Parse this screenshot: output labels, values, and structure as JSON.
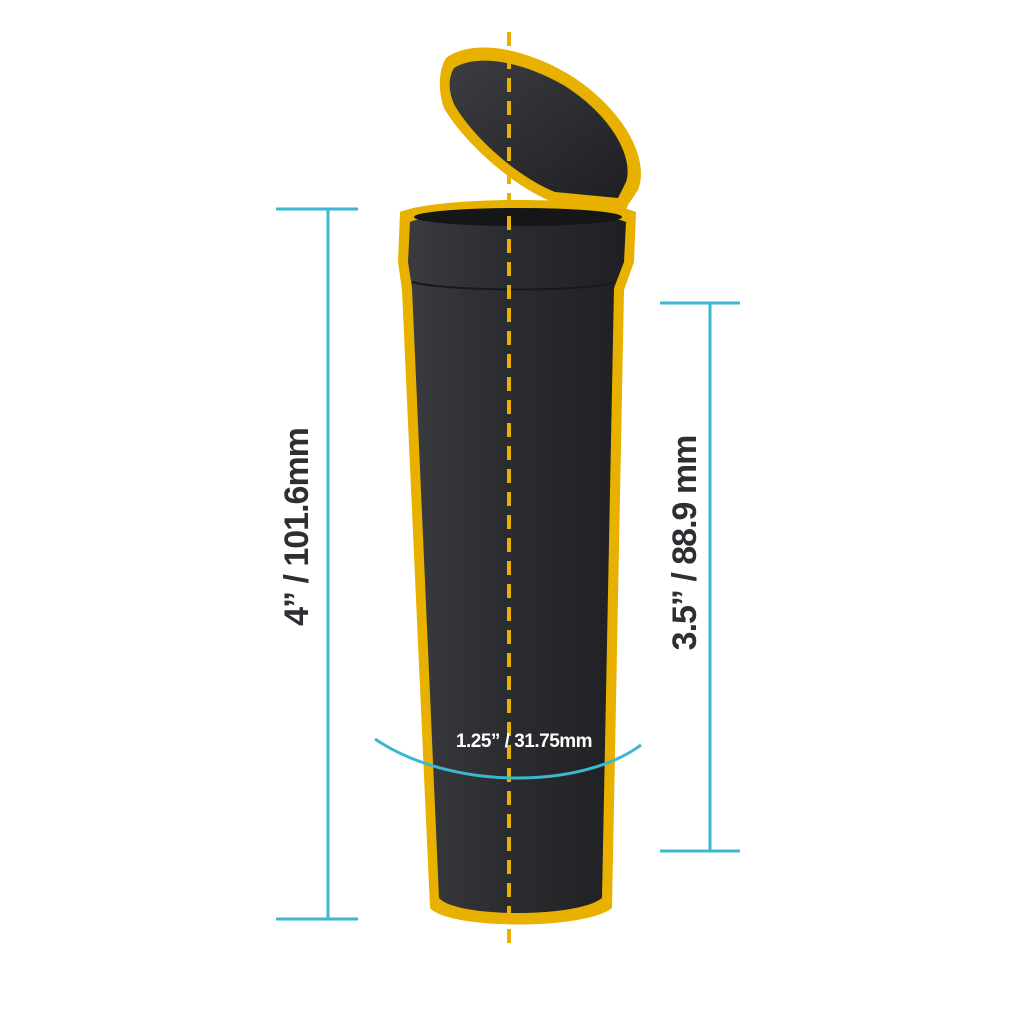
{
  "colors": {
    "outline": "#E8B100",
    "body": "#2A2B2E",
    "dimension_line": "#3BB7CF",
    "label_dark": "#2E2E33",
    "label_light": "#FFFFFF",
    "background": "#FFFFFF"
  },
  "product": {
    "name_icon": "pop-top-tube-icon"
  },
  "dimensions": {
    "total_height": "4” / 101.6mm",
    "body_height": "3.5” / 88.9 mm",
    "diameter": "1.25” / 31.75mm"
  }
}
